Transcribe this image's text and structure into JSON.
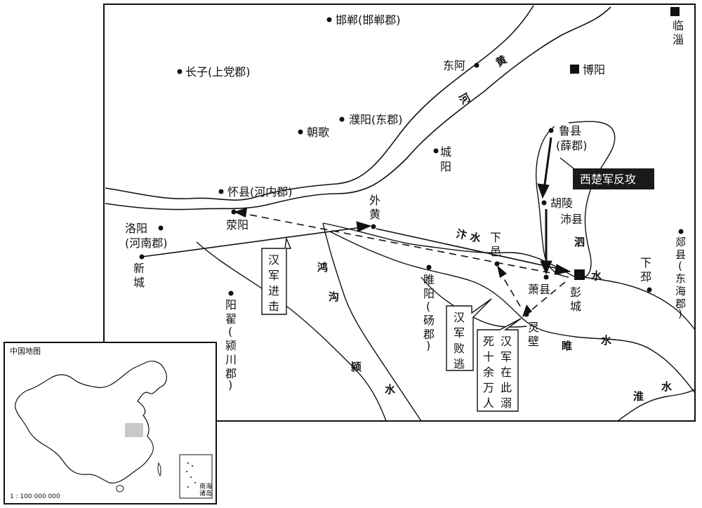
{
  "map": {
    "places": {
      "handan": "邯郸(邯郸郡)",
      "zhangzi": "长子(上党郡)",
      "dong_a": "东阿",
      "boyang": "博阳",
      "linzi_1": "临",
      "linzi_2": "淄",
      "chaoge": "朝歌",
      "puyang": "濮阳(东郡)",
      "chengyang_1": "城",
      "chengyang_2": "阳",
      "luxian": "鲁县",
      "xuejun": "(薛郡)",
      "huaixian": "怀县(河内郡)",
      "waihuang_1": "外",
      "waihuang_2": "黄",
      "xingyang": "荥阳",
      "luoyang": "洛阳",
      "henanjun": "(河南郡)",
      "xincheng_1": "新",
      "xincheng_2": "城",
      "huling": "胡陵",
      "peixian": "沛县",
      "xiayi_1": "下",
      "xiayi_2": "邑",
      "suiyang_1": "睢",
      "suiyang_2": "阳",
      "suiyang_3": "(",
      "suiyang_4": "砀",
      "suiyang_5": "郡",
      "suiyang_6": ")",
      "xiaoxian": "萧县",
      "pengcheng_1": "彭",
      "pengcheng_2": "城",
      "xiapi_1": "下",
      "xiapi_2": "邳",
      "tanxian": [
        "郯",
        "县",
        "(",
        "东",
        "海",
        "郡",
        ")"
      ],
      "yangdi": [
        "阳",
        "翟",
        "(",
        "颍",
        "川",
        "郡",
        ")"
      ],
      "lingbi_1": "灵",
      "lingbi_2": "壁"
    },
    "rivers": {
      "huang_1": "黄",
      "huang_2": "河",
      "sishui_1": "泗",
      "sishui_2": "水",
      "fenshui": "汴 水",
      "honggou_1": "鸿",
      "honggou_2": "沟",
      "yingshui_1": "颍",
      "yingshui_2": "水",
      "suishui_1": "睢",
      "suishui_2": "水",
      "huaishui_1": "淮",
      "huaishui_2": "水"
    },
    "callouts": {
      "chu_counter": "西楚军反攻",
      "han_advance": [
        "汉",
        "军",
        "进",
        "击"
      ],
      "han_flee": [
        "汉",
        "军",
        "败",
        "逃"
      ],
      "drowned_col1": [
        "汉",
        "军",
        "在",
        "此",
        "溺"
      ],
      "drowned_col2": [
        "死",
        "十",
        "余",
        "万",
        "人"
      ]
    },
    "colors": {
      "ink": "#111111",
      "callout_dark_bg": "#1a1a1a",
      "callout_dark_text": "#ffffff",
      "inset_highlight": "#c8c8c8"
    }
  },
  "inset": {
    "title": "中国地图",
    "scale": "1 : 100 000 000",
    "south_sea_label_1": "南海",
    "south_sea_label_2": "诸岛"
  }
}
